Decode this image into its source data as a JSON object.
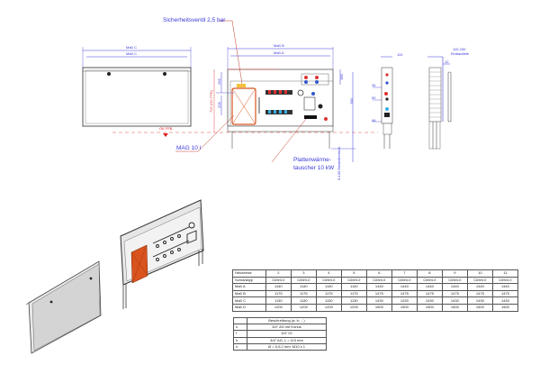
{
  "annotations": {
    "safety_valve": "Sicherheitsventil 2,5 bar",
    "expansion_vessel": "MAG 10 l",
    "heat_exchanger_line1": "Plattenwärme-",
    "heat_exchanger_line2": "tauscher 10 kW",
    "floor_level": "OK FFB"
  },
  "dimensions": {
    "front_outer_width": "Maß C",
    "front_inner_width": "Maß C",
    "cabinet_outer_width": "Maß B",
    "cabinet_inner_width": "Maß A",
    "height_total_left": "705 (OK FFB)",
    "height_upper": "265",
    "height_lower": "205",
    "height_right_top": "180",
    "height_right_total": "780",
    "adjust_range": "0-130",
    "adjust_label": "Einstellbereich",
    "side_depth": "110",
    "side_offsets": [
      "34",
      "50",
      "68"
    ],
    "depth_range": "110-150",
    "depth_label": "Einbautiefe",
    "frame_offset": "12"
  },
  "size_table": {
    "header_label": "Heizkreise",
    "type_label": "Schranktyp",
    "columns": [
      "2",
      "3",
      "4",
      "5",
      "6",
      "7",
      "8",
      "9",
      "10",
      "11"
    ],
    "types": [
      "C69/3.0",
      "C69/3.0",
      "C69/3.0",
      "C69/3.0",
      "C69/4.0",
      "C69/4.0",
      "C69/4.0",
      "C69/4.0",
      "C69/4.0",
      "C69/4.0"
    ],
    "rows": [
      {
        "label": "Maß A",
        "values": [
          "1140",
          "1140",
          "1140",
          "1140",
          "1440",
          "1440",
          "1440",
          "1440",
          "1440",
          "1440"
        ]
      },
      {
        "label": "Maß B",
        "values": [
          "1175",
          "1175",
          "1175",
          "1175",
          "1475",
          "1475",
          "1475",
          "1475",
          "1475",
          "1475"
        ]
      },
      {
        "label": "Maß C",
        "values": [
          "1130",
          "1130",
          "1130",
          "1130",
          "1430",
          "1430",
          "1430",
          "1430",
          "1430",
          "1430"
        ]
      },
      {
        "label": "Maß D",
        "values": [
          "1200",
          "1200",
          "1200",
          "1200",
          "1500",
          "1500",
          "1500",
          "1500",
          "1500",
          "1500"
        ]
      }
    ]
  },
  "description_table": {
    "header": "Beschreibung (a; b; ...)",
    "rows": [
      {
        "key": "s",
        "text": "3/4\" AG mit Konus"
      },
      {
        "key": "f",
        "text": "3/4\" IG"
      },
      {
        "key": "h",
        "text": "3/4\" AG, L = 110 mm"
      },
      {
        "key": "n",
        "text": "Ø = 5-5,2 mm; M10 x 1"
      }
    ]
  },
  "colors": {
    "dimension": "#3a3adb",
    "leader": "#c0392b",
    "outline": "#555555",
    "vessel": "#d9531e"
  }
}
